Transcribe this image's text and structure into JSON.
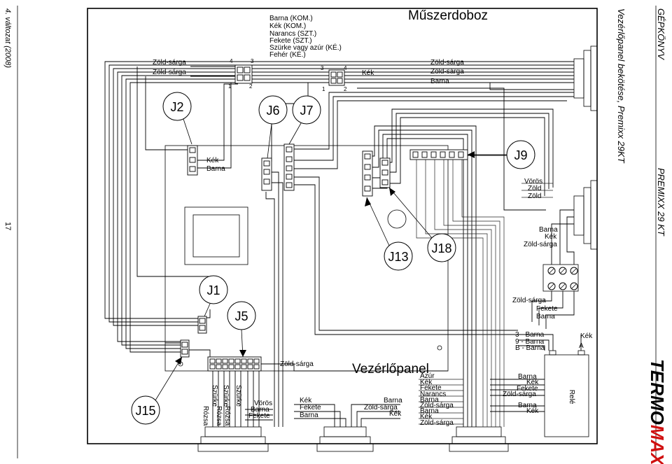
{
  "page": {
    "doc_title": "Vezérlőpanel bekötése, Premixx 29KT",
    "header_left": "GÉPKÖNYV",
    "header_right": "PREMIXX 29 KT",
    "footer_version": "4. változat (2008)",
    "page_number": "17",
    "brand": "TERMOMAX"
  },
  "diagram": {
    "box_title": "Műszerdoboz",
    "panel_title": "Vezérlőpanel",
    "relay_label": "Relé",
    "relay_terminal": "A",
    "relay_top_label": "Kék",
    "top_wires": [
      "Barna (KOM.)",
      "Kék (KOM.)",
      "Narancs (SZT.)",
      "Fekete (SZT.)",
      "Szürke vagy azúr (KÉ.)",
      "Fehér (KÉ.)"
    ],
    "left_wires": [
      "Zöld-sárga",
      "Zöld-sárga"
    ],
    "top_right_wires": [
      "Zöld-sárga",
      "Zöld-sárga",
      "Barna"
    ],
    "top_mid_wire": "Kék",
    "j2_wires": [
      "Kék",
      "Barna"
    ],
    "j9_wires": [
      "Vörös",
      "Zöld",
      "Zöld"
    ],
    "right_wires_1": [
      "Barna",
      "Kék",
      "Zöld-sárga"
    ],
    "right_wires_2": [
      "Zöld-sárga",
      "Fekete",
      "Barna"
    ],
    "right_wires_3": [
      "3 - Barna",
      "9 - Barna",
      "B - Barna"
    ],
    "bottom_wires_a": [
      "Azúr",
      "Kék",
      "Fekete",
      "Narancs",
      "Barna",
      "Zöld-sárga",
      "Barna",
      "Kék",
      "Zöld-sárga"
    ],
    "relay_wires": [
      "Barna",
      "Kék",
      "Fekete",
      "Zöld-sárga",
      "Barna",
      "Kék"
    ],
    "j5_bottom_wires": [
      "Vörös",
      "Barna",
      "Fekete"
    ],
    "j15_vertical_wires": [
      "Szürke",
      "Rózsa",
      "Szürke",
      "Rózsa",
      "Szürke",
      "Rózsa"
    ],
    "panel_wire": "Zöld-sárga",
    "bottom_mid_wires": [
      "Kék",
      "Fekete",
      "Barna"
    ],
    "bottom_mid_wires2": [
      "Barna",
      "Zöld-sárga",
      "Kék"
    ],
    "connectors": [
      "J2",
      "J6",
      "J7",
      "J9",
      "J13",
      "J18",
      "J1",
      "J5",
      "J15"
    ],
    "pin_numbers": [
      "4",
      "3",
      "1",
      "2",
      "3",
      "4",
      "1",
      "2"
    ]
  }
}
